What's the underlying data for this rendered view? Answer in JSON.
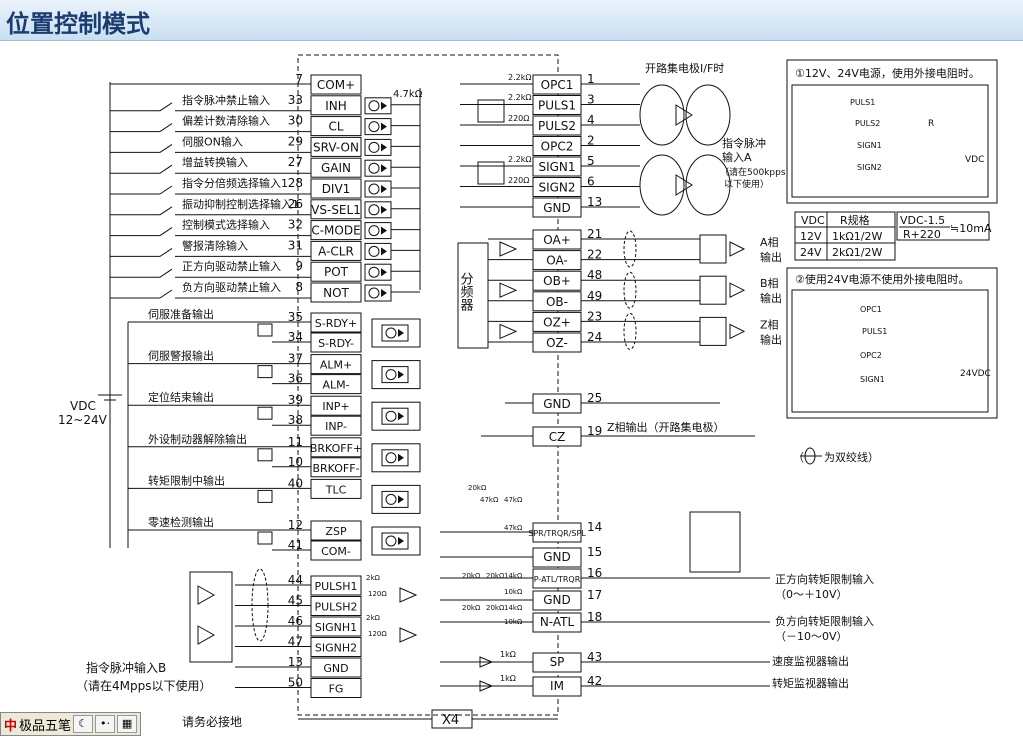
{
  "title": "位置控制模式",
  "supply": {
    "label_line1": "VDC",
    "label_line2": "12~24V"
  },
  "left_inputs": [
    {
      "label": "",
      "pin": "7",
      "signal": "COM+"
    },
    {
      "label": "指令脉冲禁止输入",
      "pin": "33",
      "signal": "INH"
    },
    {
      "label": "偏差计数清除输入",
      "pin": "30",
      "signal": "CL"
    },
    {
      "label": "伺服ON输入",
      "pin": "29",
      "signal": "SRV-ON"
    },
    {
      "label": "增益转换输入",
      "pin": "27",
      "signal": "GAIN"
    },
    {
      "label": "指令分倍频选择输入1",
      "pin": "28",
      "signal": "DIV1"
    },
    {
      "label": "振动抑制控制选择输入1",
      "pin": "26",
      "signal": "VS-SEL1"
    },
    {
      "label": "控制模式选择输入",
      "pin": "32",
      "signal": "C-MODE"
    },
    {
      "label": "警报清除输入",
      "pin": "31",
      "signal": "A-CLR"
    },
    {
      "label": "正方向驱动禁止输入",
      "pin": "9",
      "signal": "POT"
    },
    {
      "label": "负方向驱动禁止输入",
      "pin": "8",
      "signal": "NOT"
    }
  ],
  "resistor_47k": "4.7kΩ",
  "left_outputs": [
    {
      "label": "伺服准备输出",
      "pins": [
        "35",
        "34"
      ],
      "signals": [
        "S-RDY+",
        "S-RDY-"
      ]
    },
    {
      "label": "伺服警报输出",
      "pins": [
        "37",
        "36"
      ],
      "signals": [
        "ALM+",
        "ALM-"
      ]
    },
    {
      "label": "定位结束输出",
      "pins": [
        "39",
        "38"
      ],
      "signals": [
        "INP+",
        "INP-"
      ]
    },
    {
      "label": "外设制动器解除输出",
      "pins": [
        "11",
        "10"
      ],
      "signals": [
        "BRKOFF+",
        "BRKOFF-"
      ]
    },
    {
      "label": "转矩限制中输出",
      "pins": [
        "40",
        ""
      ],
      "signals": [
        "TLC",
        ""
      ]
    },
    {
      "label": "零速检测输出",
      "pins": [
        "12",
        "41"
      ],
      "signals": [
        "ZSP",
        "COM-"
      ]
    }
  ],
  "left_bottom": [
    {
      "pin": "44",
      "signal": "PULSH1"
    },
    {
      "pin": "45",
      "signal": "PULSH2"
    },
    {
      "pin": "46",
      "signal": "SIGNH1"
    },
    {
      "pin": "47",
      "signal": "SIGNH2"
    },
    {
      "pin": "13",
      "signal": "GND"
    },
    {
      "pin": "50",
      "signal": "FG"
    }
  ],
  "pulse_input_b": {
    "line1": "指令脉冲输入B",
    "line2": "（请在4Mpps以下使用）"
  },
  "ground_note": "请务必接地",
  "connector": "X4",
  "right_pulse": [
    {
      "pin": "1",
      "signal": "OPC1"
    },
    {
      "pin": "3",
      "signal": "PULS1"
    },
    {
      "pin": "4",
      "signal": "PULS2"
    },
    {
      "pin": "2",
      "signal": "OPC2"
    },
    {
      "pin": "5",
      "signal": "SIGN1"
    },
    {
      "pin": "6",
      "signal": "SIGN2"
    },
    {
      "pin": "13",
      "signal": "GND"
    }
  ],
  "small_res": {
    "r22k": "2.2kΩ",
    "r220": "220Ω"
  },
  "open_collector": "开路集电极I/F时",
  "pulse_input_a": {
    "line1": "指令脉冲",
    "line2": "输入A",
    "line3": "（请在500kpps",
    "line4": "以下使用）"
  },
  "encoder_out": [
    {
      "pin": "21",
      "signal": "OA+"
    },
    {
      "pin": "22",
      "signal": "OA-"
    },
    {
      "pin": "48",
      "signal": "OB+"
    },
    {
      "pin": "49",
      "signal": "OB-"
    },
    {
      "pin": "23",
      "signal": "OZ+"
    },
    {
      "pin": "24",
      "signal": "OZ-"
    }
  ],
  "divider": "分频器",
  "phase_labels": [
    {
      "l1": "A相",
      "l2": "输出"
    },
    {
      "l1": "B相",
      "l2": "输出"
    },
    {
      "l1": "Z相",
      "l2": "输出"
    }
  ],
  "gnd25": {
    "pin": "25",
    "signal": "GND"
  },
  "cz": {
    "pin": "19",
    "signal": "CZ",
    "label": "Z相输出（开路集电极）"
  },
  "analog": [
    {
      "pin": "14",
      "signal": "SPR/TRQR/SPL"
    },
    {
      "pin": "15",
      "signal": "GND"
    },
    {
      "pin": "16",
      "signal": "P-ATL/TRQR"
    },
    {
      "pin": "17",
      "signal": "GND"
    },
    {
      "pin": "18",
      "signal": "N-ATL"
    },
    {
      "pin": "43",
      "signal": "SP"
    },
    {
      "pin": "42",
      "signal": "IM"
    }
  ],
  "analog_res": {
    "r20k": "20kΩ",
    "r47k": "47kΩ",
    "r10k": "10kΩ",
    "r14k": "14kΩ",
    "r1k": "1kΩ",
    "r2k": "2kΩ",
    "r120": "120Ω"
  },
  "torque_pos": {
    "line1": "正方向转矩限制输入",
    "line2": "（0～＋10V）"
  },
  "torque_neg": {
    "line1": "负方向转矩限制输入",
    "line2": "（－10～0V）"
  },
  "speed_monitor": "速度监视器输出",
  "torque_monitor": "转矩监视器输出",
  "note1": "①12V、24V电源，使用外接电阻时。",
  "note2": "②使用24V电源不使用外接电阻时。",
  "inset_pins": [
    "PULS1",
    "PULS2",
    "SIGN1",
    "SIGN2",
    "OPC1",
    "OPC2"
  ],
  "inset_vdc": "VDC",
  "inset_24v": "24VDC",
  "inset_r": "R",
  "spec_table": {
    "headers": [
      "VDC",
      "R规格"
    ],
    "rows": [
      [
        "12V",
        "1kΩ1/2W"
      ],
      [
        "24V",
        "2kΩ1/2W"
      ]
    ],
    "formula_top": "VDC-1.5",
    "formula_bot": "R+220",
    "formula_res": "≒10mA"
  },
  "twisted_note": "为双绞线）",
  "ime": {
    "brand": "中",
    "name": "极品五笔"
  }
}
